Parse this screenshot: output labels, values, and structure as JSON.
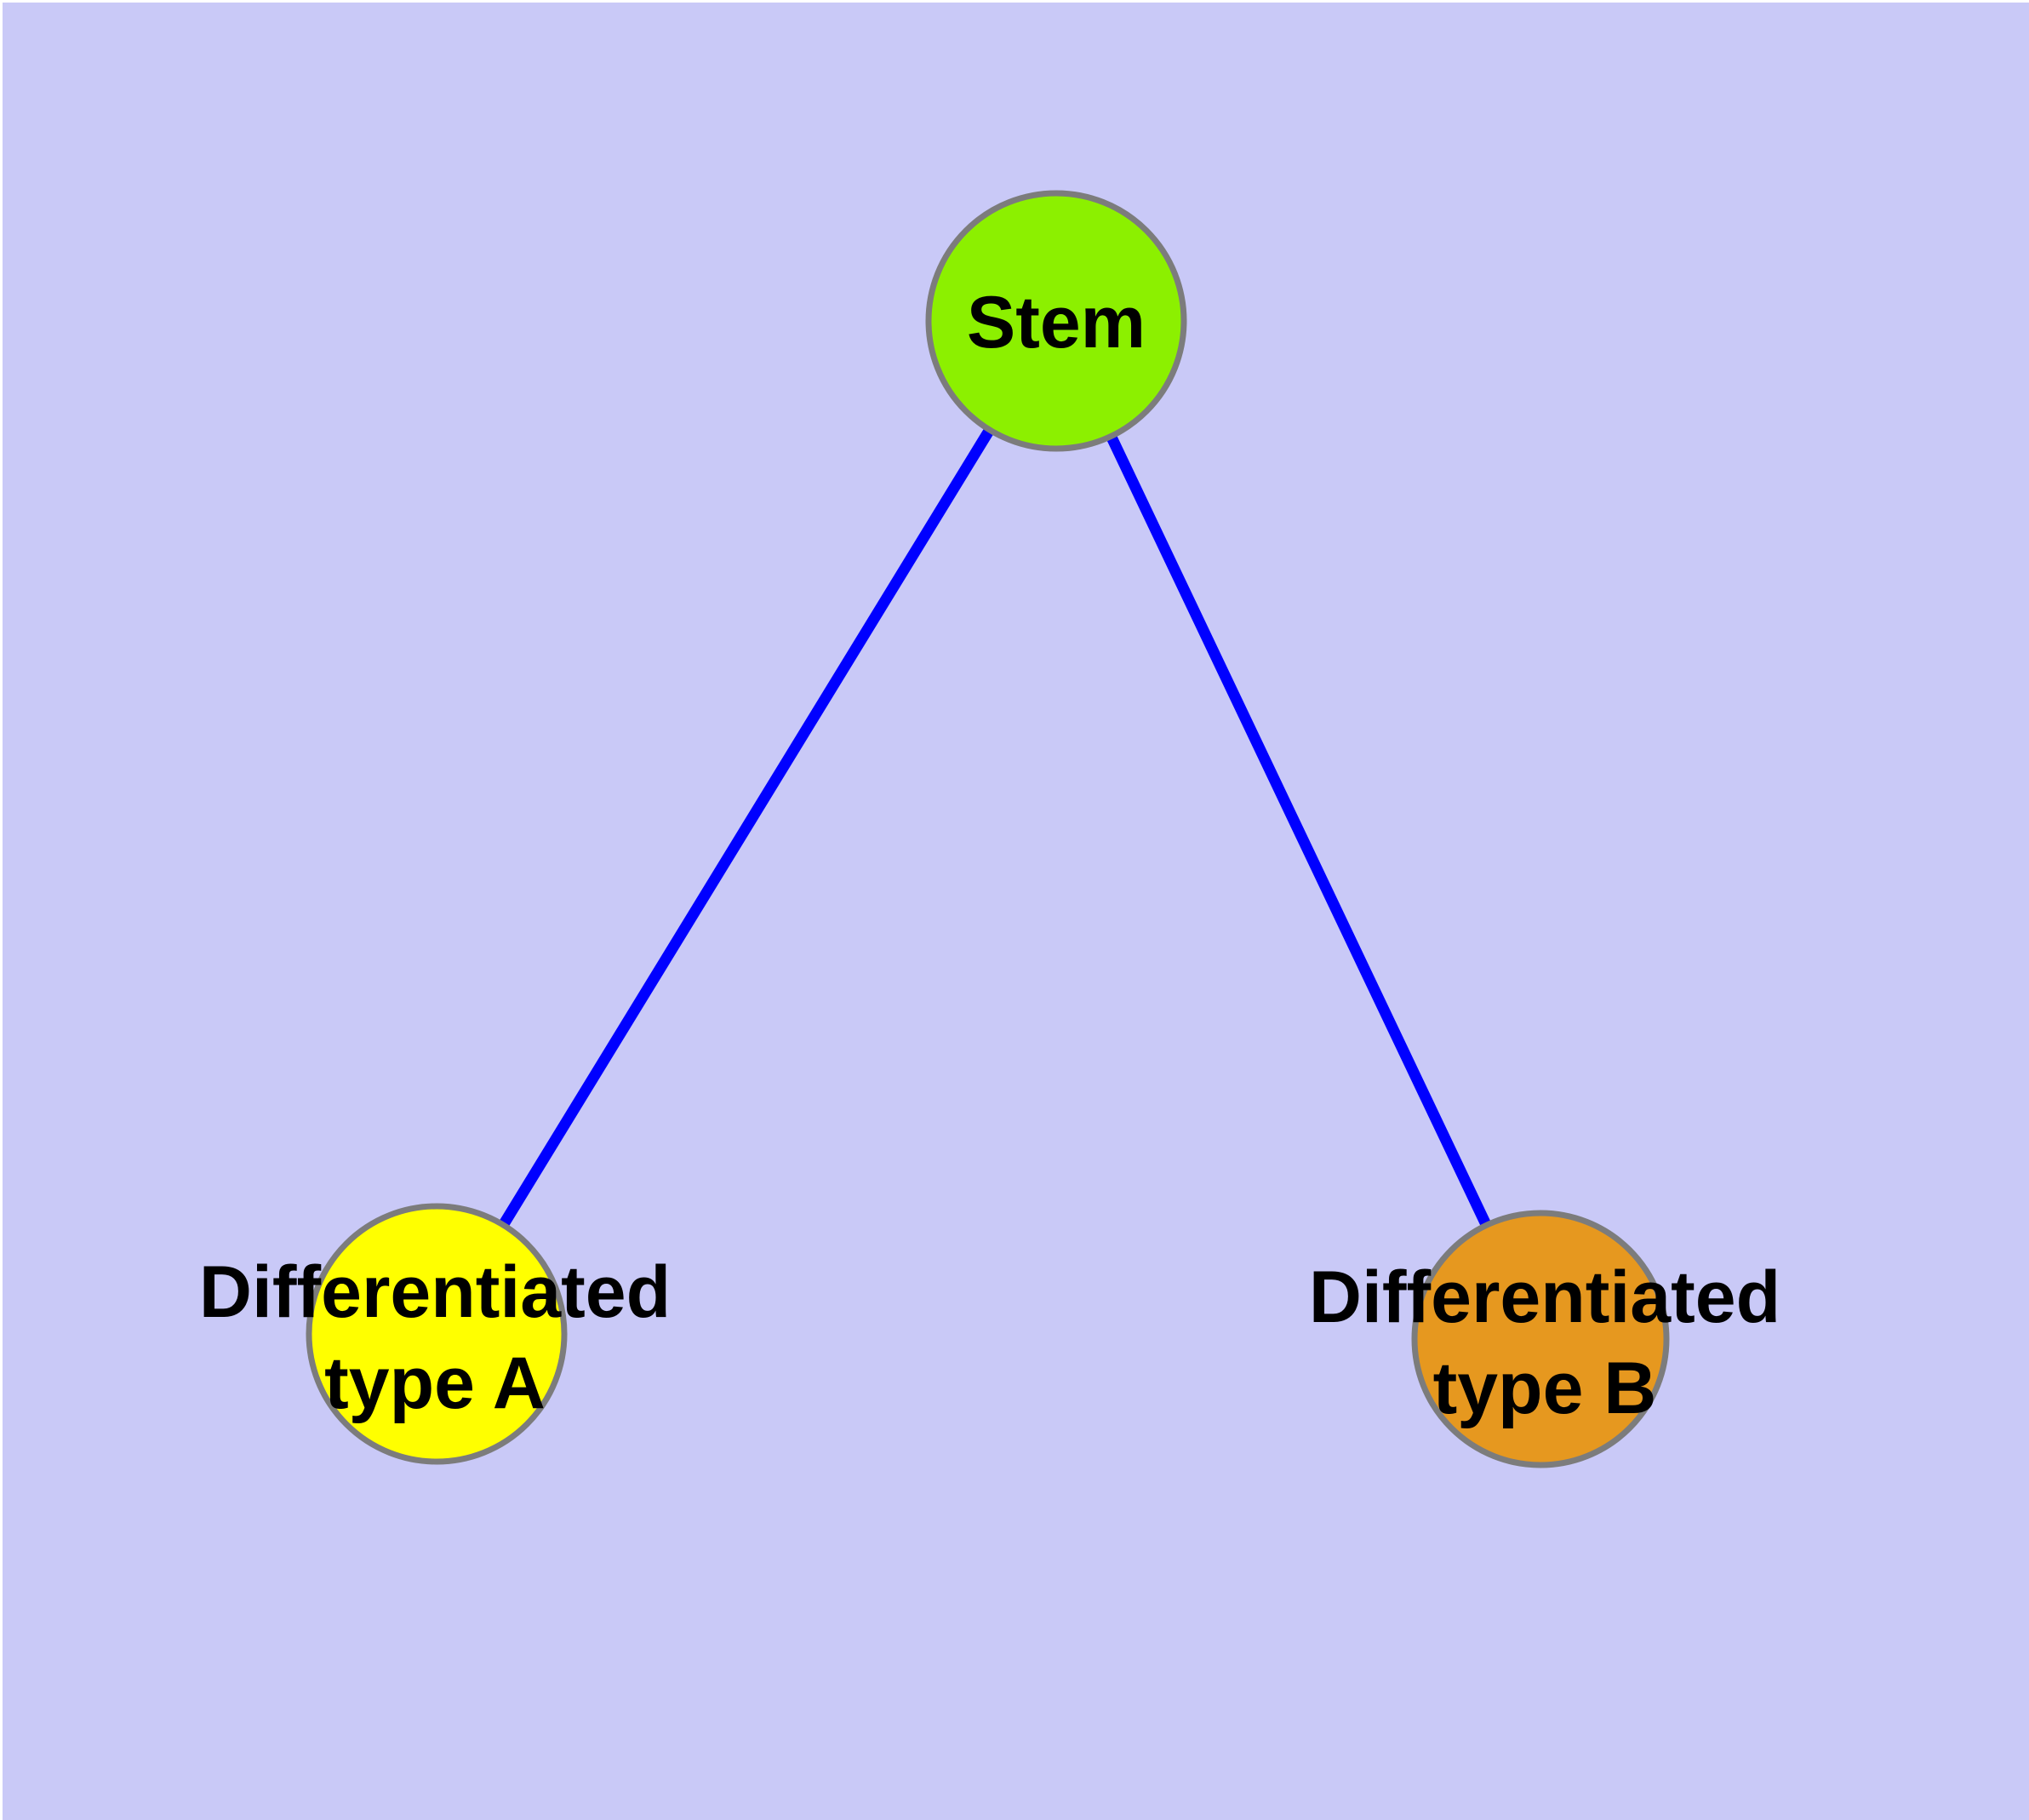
{
  "colors": {
    "background": "#C9C9F7",
    "edge": "#0000FF",
    "node_border": "#7C7C7C",
    "label": "#000000"
  },
  "graph": {
    "nodes": [
      {
        "id": "stem",
        "label": "Stem",
        "fill": "#8CF000"
      },
      {
        "id": "diff-a",
        "label_line1": "Differentiated",
        "label_line2": "type A",
        "fill": "#FFFF00"
      },
      {
        "id": "diff-b",
        "label_line1": "Differentiated",
        "label_line2": "type B",
        "fill": "#E6981F"
      }
    ],
    "edges": [
      {
        "from": "stem",
        "to": "diff-a"
      },
      {
        "from": "stem",
        "to": "diff-b"
      }
    ]
  }
}
